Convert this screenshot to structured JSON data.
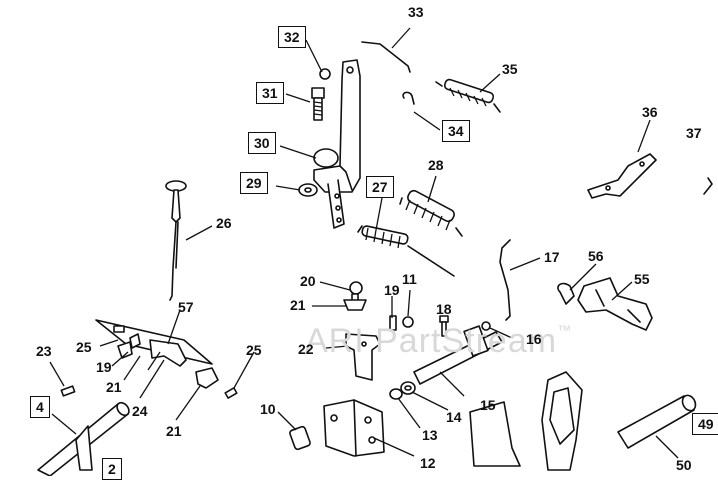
{
  "watermark": {
    "text": "ARI PartStream",
    "mark": "™"
  },
  "callouts": {
    "c2": "2",
    "c4": "4",
    "c10": "10",
    "c11": "11",
    "c12": "12",
    "c13": "13",
    "c14": "14",
    "c15": "15",
    "c16": "16",
    "c17": "17",
    "c18": "18",
    "c19a": "19",
    "c19b": "19",
    "c20": "20",
    "c21a": "21",
    "c21b": "21",
    "c21c": "21",
    "c22": "22",
    "c23": "23",
    "c24": "24",
    "c25a": "25",
    "c25b": "25",
    "c26": "26",
    "c27": "27",
    "c28": "28",
    "c29": "29",
    "c30": "30",
    "c31": "31",
    "c32": "32",
    "c33": "33",
    "c34": "34",
    "c35": "35",
    "c36": "36",
    "c37": "37",
    "c49": "49",
    "c50": "50",
    "c55": "55",
    "c56": "56",
    "c57": "57"
  }
}
